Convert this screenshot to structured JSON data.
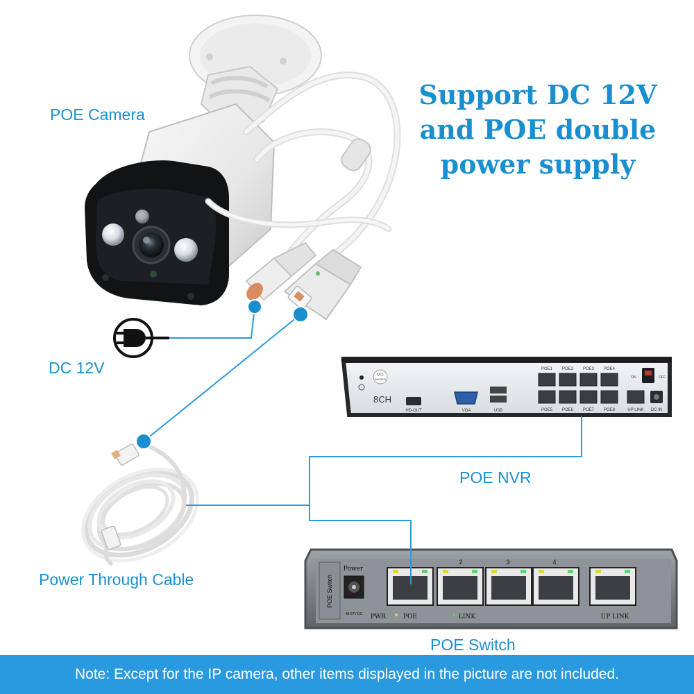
{
  "headline": {
    "line1": "Support DC 12V",
    "line2": "and POE double",
    "line3": "power supply"
  },
  "labels": {
    "poe_camera": "POE Camera",
    "dc_12v": "DC 12V",
    "power_through_cable": "Power Through Cable",
    "poe_nvr": "POE NVR",
    "poe_switch": "POE Switch"
  },
  "nvr": {
    "model_text": "8CH",
    "qc_sticker": "QC1\nPASSED",
    "port_labels": {
      "hdmi": "HD-OUT",
      "vga": "VGA",
      "usb": "USB",
      "poe1": "POE1",
      "poe2": "POE2",
      "poe3": "POE3",
      "poe4": "POE4",
      "poe5": "POE5",
      "poe6": "POE6",
      "poe7": "POE7",
      "poe8": "POE8",
      "up_link": "UP LINK",
      "dc_in": "DC IN",
      "switch_on": "ON",
      "switch_off": "OFF"
    }
  },
  "switch": {
    "power_label": "Power",
    "side_label": "POE Switch",
    "pwr": "PWR",
    "poe": "POE",
    "link": "LINK",
    "up_link": "UP LINK",
    "dc_rating": "48-57V DC",
    "port_numbers": [
      "2",
      "3",
      "4"
    ]
  },
  "footer": {
    "note": "Note: Except for the IP camera, other items displayed in the picture are not included."
  },
  "colors": {
    "accent": "#1a8fd0",
    "connector_line": "#2a9ae0",
    "footer_bg": "#2a9ae0",
    "dot": "#1a8fd0"
  },
  "icons": {
    "dc_plug": "plug-icon"
  }
}
